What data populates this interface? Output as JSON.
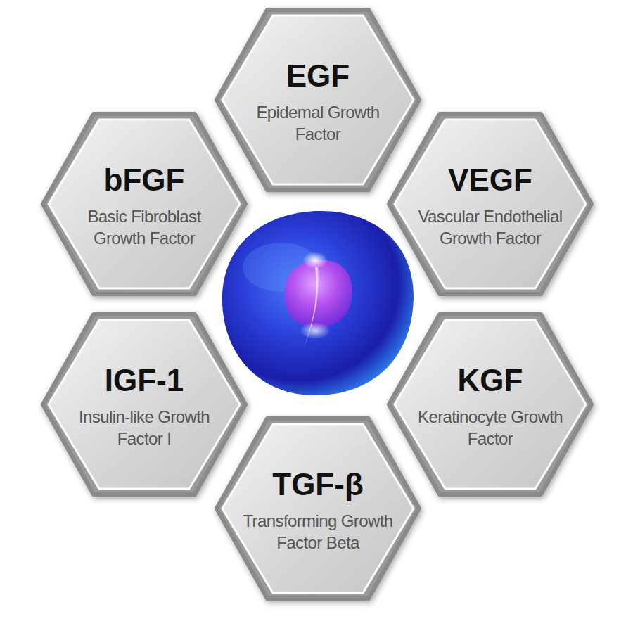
{
  "diagram": {
    "nodes": [
      {
        "text": [
          "EGF",
          "Epidemal Growth Factor"
        ]
      },
      {
        "text": [
          "bFGF",
          "Basic Fibroblast Growth Factor"
        ]
      },
      {
        "text": [
          "VEGF",
          "Vascular Endothelial Growth Factor"
        ]
      },
      {
        "text": [
          "IGF-1",
          "Insulin-like Growth Factor I"
        ]
      },
      {
        "text": [
          "KGF",
          "Keratinocyte Growth Factor"
        ]
      },
      {
        "text": [
          "TGF-β",
          "Transforming Growth Factor Beta"
        ]
      }
    ]
  }
}
